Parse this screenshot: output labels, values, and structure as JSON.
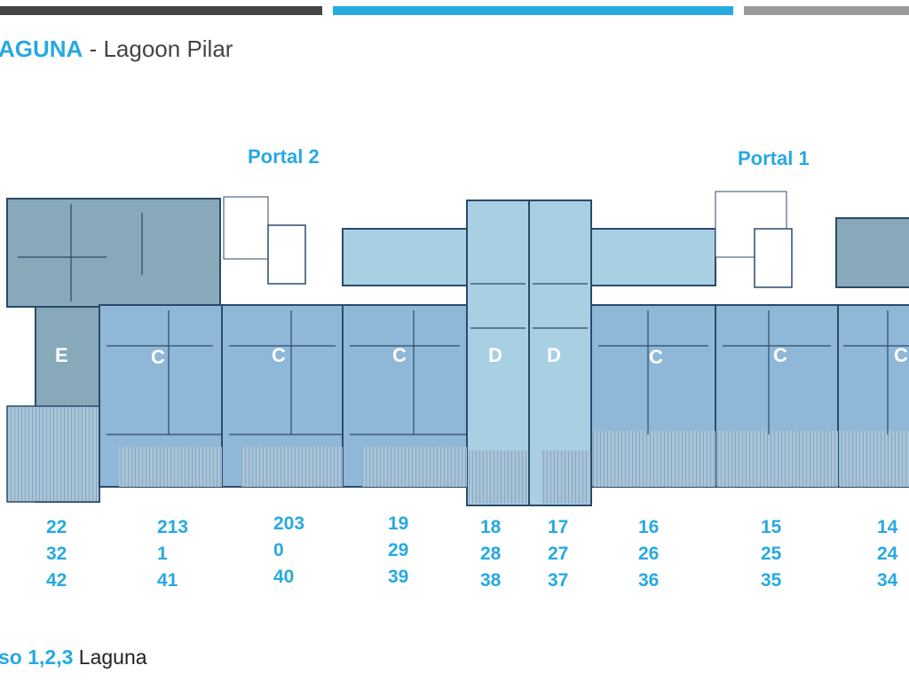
{
  "header": {
    "bar_colors": [
      "#444444",
      "#27a9e1",
      "#9a9a9a"
    ],
    "title_strong": "AGUNA",
    "title_rest": "- Lagoon Pilar"
  },
  "portals": {
    "portal_2": "Portal 2",
    "portal_1": "Portal 1"
  },
  "units": {
    "letters": [
      "E",
      "C",
      "C",
      "C",
      "D",
      "D",
      "C",
      "C",
      "C"
    ]
  },
  "unit_numbers": [
    [
      "22",
      "32",
      "42"
    ],
    [
      "213",
      "1",
      "41"
    ],
    [
      "203",
      "0",
      "40"
    ],
    [
      "19",
      "29",
      "39"
    ],
    [
      "18",
      "28",
      "38"
    ],
    [
      "17",
      "27",
      "37"
    ],
    [
      "16",
      "26",
      "36"
    ],
    [
      "15",
      "25",
      "35"
    ],
    [
      "14",
      "24",
      "34"
    ]
  ],
  "footer": {
    "strong": "so 1,2,3",
    "rest": "Laguna"
  },
  "colors": {
    "accent": "#27a9e1",
    "unit_fill": "#8fb8d8",
    "unit_fill_light": "#a9cfe3",
    "unit_fill_dark": "#88a9b9",
    "wall": "#2b4a6a"
  }
}
